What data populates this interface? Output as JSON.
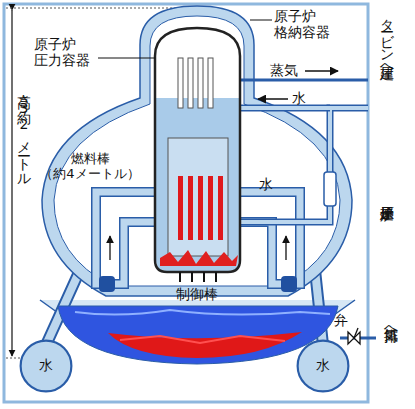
{
  "diagram": {
    "nodes": [
      {
        "text": [
          "水"
        ]
      },
      {
        "text": [
          "水"
        ]
      }
    ],
    "labels": [
      "高さ約32メートル",
      "原子炉 圧力容器",
      "原子炉 格納容器",
      "タービン建屋へ",
      "蒸気",
      "水",
      "燃料棒 （約4メートル）",
      "水",
      "制御棒",
      "原子炉建屋",
      "弁",
      "排気筒へ"
    ]
  }
}
